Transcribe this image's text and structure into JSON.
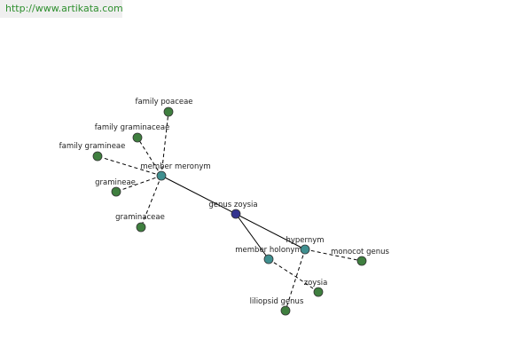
{
  "url_text": "http://www.artikata.com",
  "colors": {
    "center": "#33338f",
    "relation": "#3f8f8f",
    "leaf": "#3f7f3f",
    "url": "#2f8f2f"
  },
  "graph": {
    "nodes": [
      {
        "id": "genus-zoysia",
        "label": "genus zoysia",
        "kind": "center"
      },
      {
        "id": "member-meronym",
        "label": "member meronym",
        "kind": "relation"
      },
      {
        "id": "member-holonym",
        "label": "member holonym",
        "kind": "relation"
      },
      {
        "id": "hypernym",
        "label": "hypernym",
        "kind": "relation"
      },
      {
        "id": "family-poaceae",
        "label": "family poaceae",
        "kind": "leaf"
      },
      {
        "id": "family-graminaceae",
        "label": "family graminaceae",
        "kind": "leaf"
      },
      {
        "id": "family-gramineae",
        "label": "family gramineae",
        "kind": "leaf"
      },
      {
        "id": "gramineae",
        "label": "gramineae",
        "kind": "leaf"
      },
      {
        "id": "graminaceae",
        "label": "graminaceae",
        "kind": "leaf"
      },
      {
        "id": "monocot-genus",
        "label": "monocot genus",
        "kind": "leaf"
      },
      {
        "id": "zoysia",
        "label": "zoysia",
        "kind": "leaf"
      },
      {
        "id": "liliopsid-genus",
        "label": "liliopsid genus",
        "kind": "leaf"
      }
    ],
    "edges": [
      {
        "from": "genus-zoysia",
        "to": "member-meronym",
        "style": "solid"
      },
      {
        "from": "genus-zoysia",
        "to": "member-holonym",
        "style": "solid"
      },
      {
        "from": "genus-zoysia",
        "to": "hypernym",
        "style": "solid"
      },
      {
        "from": "member-meronym",
        "to": "family-poaceae",
        "style": "dashed"
      },
      {
        "from": "member-meronym",
        "to": "family-graminaceae",
        "style": "dashed"
      },
      {
        "from": "member-meronym",
        "to": "family-gramineae",
        "style": "dashed"
      },
      {
        "from": "member-meronym",
        "to": "gramineae",
        "style": "dashed"
      },
      {
        "from": "member-meronym",
        "to": "graminaceae",
        "style": "dashed"
      },
      {
        "from": "hypernym",
        "to": "monocot-genus",
        "style": "dashed"
      },
      {
        "from": "hypernym",
        "to": "liliopsid-genus",
        "style": "dashed"
      },
      {
        "from": "member-holonym",
        "to": "zoysia",
        "style": "dashed"
      }
    ]
  }
}
